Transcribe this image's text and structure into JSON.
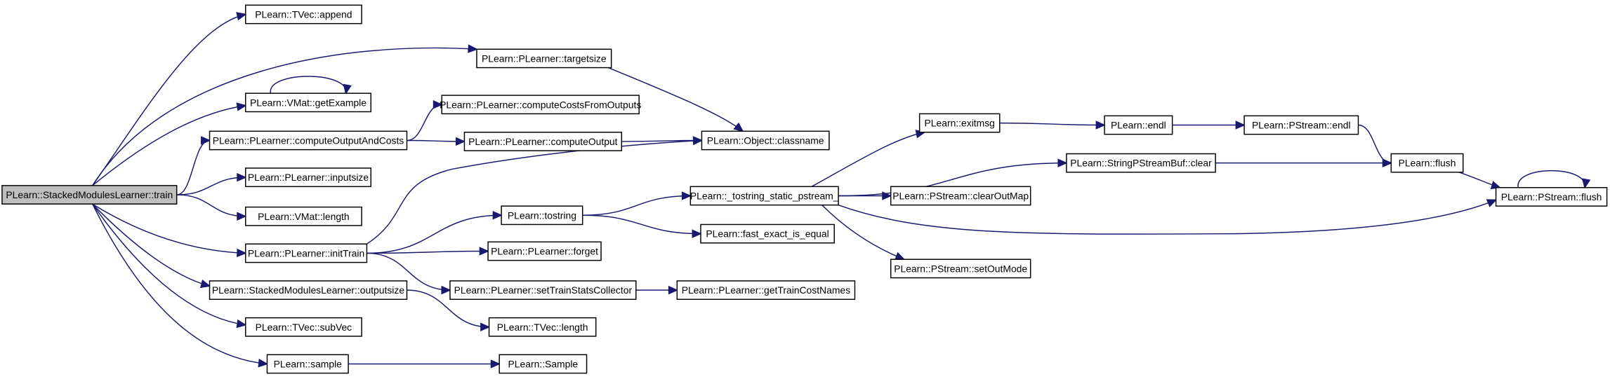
{
  "graph": {
    "type": "call-graph",
    "root": "n0",
    "edge_color": "#191970",
    "root_fill": "#bfbfbf",
    "nodes": [
      {
        "id": "n0",
        "label": "PLearn::StackedModulesLearner::train"
      },
      {
        "id": "n1",
        "label": "PLearn::TVec::append"
      },
      {
        "id": "n2",
        "label": "PLearn::PLearner::targetsize"
      },
      {
        "id": "n3",
        "label": "PLearn::VMat::getExample"
      },
      {
        "id": "n4",
        "label": "PLearn::PLearner::computeOutputAndCosts"
      },
      {
        "id": "n5",
        "label": "PLearn::PLearner::inputsize"
      },
      {
        "id": "n6",
        "label": "PLearn::VMat::length"
      },
      {
        "id": "n7",
        "label": "PLearn::PLearner::initTrain"
      },
      {
        "id": "n8",
        "label": "PLearn::StackedModulesLearner::outputsize"
      },
      {
        "id": "n9",
        "label": "PLearn::TVec::subVec"
      },
      {
        "id": "n10",
        "label": "PLearn::sample"
      },
      {
        "id": "n11",
        "label": "PLearn::PLearner::computeCostsFromOutputs"
      },
      {
        "id": "n12",
        "label": "PLearn::PLearner::computeOutput"
      },
      {
        "id": "n13",
        "label": "PLearn::Object::classname"
      },
      {
        "id": "n14",
        "label": "PLearn::tostring"
      },
      {
        "id": "n15",
        "label": "PLearn::PLearner::forget"
      },
      {
        "id": "n16",
        "label": "PLearn::PLearner::setTrainStatsCollector"
      },
      {
        "id": "n17",
        "label": "PLearn::TVec::length"
      },
      {
        "id": "n18",
        "label": "PLearn::Sample"
      },
      {
        "id": "n19",
        "label": "PLearn::_tostring_static_pstream_"
      },
      {
        "id": "n20",
        "label": "PLearn::fast_exact_is_equal"
      },
      {
        "id": "n21",
        "label": "PLearn::PLearner::getTrainCostNames"
      },
      {
        "id": "n22",
        "label": "PLearn::exitmsg"
      },
      {
        "id": "n23",
        "label": "PLearn::PStream::clearOutMap"
      },
      {
        "id": "n24",
        "label": "PLearn::PStream::setOutMode"
      },
      {
        "id": "n25",
        "label": "PLearn::endl"
      },
      {
        "id": "n26",
        "label": "PLearn::StringPStreamBuf::clear"
      },
      {
        "id": "n27",
        "label": "PLearn::PStream::endl"
      },
      {
        "id": "n28",
        "label": "PLearn::flush"
      },
      {
        "id": "n29",
        "label": "PLearn::PStream::flush"
      }
    ],
    "edges": [
      {
        "from": "n0",
        "to": "n1"
      },
      {
        "from": "n0",
        "to": "n2"
      },
      {
        "from": "n0",
        "to": "n3"
      },
      {
        "from": "n0",
        "to": "n4"
      },
      {
        "from": "n0",
        "to": "n5"
      },
      {
        "from": "n0",
        "to": "n6"
      },
      {
        "from": "n0",
        "to": "n7"
      },
      {
        "from": "n0",
        "to": "n8"
      },
      {
        "from": "n0",
        "to": "n9"
      },
      {
        "from": "n0",
        "to": "n10"
      },
      {
        "from": "n3",
        "to": "n3"
      },
      {
        "from": "n2",
        "to": "n13"
      },
      {
        "from": "n4",
        "to": "n11"
      },
      {
        "from": "n4",
        "to": "n12"
      },
      {
        "from": "n12",
        "to": "n13"
      },
      {
        "from": "n7",
        "to": "n13"
      },
      {
        "from": "n7",
        "to": "n14"
      },
      {
        "from": "n7",
        "to": "n15"
      },
      {
        "from": "n7",
        "to": "n16"
      },
      {
        "from": "n8",
        "to": "n17"
      },
      {
        "from": "n10",
        "to": "n18"
      },
      {
        "from": "n14",
        "to": "n19"
      },
      {
        "from": "n14",
        "to": "n20"
      },
      {
        "from": "n16",
        "to": "n21"
      },
      {
        "from": "n19",
        "to": "n22"
      },
      {
        "from": "n19",
        "to": "n26"
      },
      {
        "from": "n19",
        "to": "n23"
      },
      {
        "from": "n19",
        "to": "n29"
      },
      {
        "from": "n19",
        "to": "n24"
      },
      {
        "from": "n22",
        "to": "n25"
      },
      {
        "from": "n25",
        "to": "n27"
      },
      {
        "from": "n27",
        "to": "n28"
      },
      {
        "from": "n26",
        "to": "n28"
      },
      {
        "from": "n28",
        "to": "n29"
      },
      {
        "from": "n29",
        "to": "n29"
      }
    ]
  }
}
